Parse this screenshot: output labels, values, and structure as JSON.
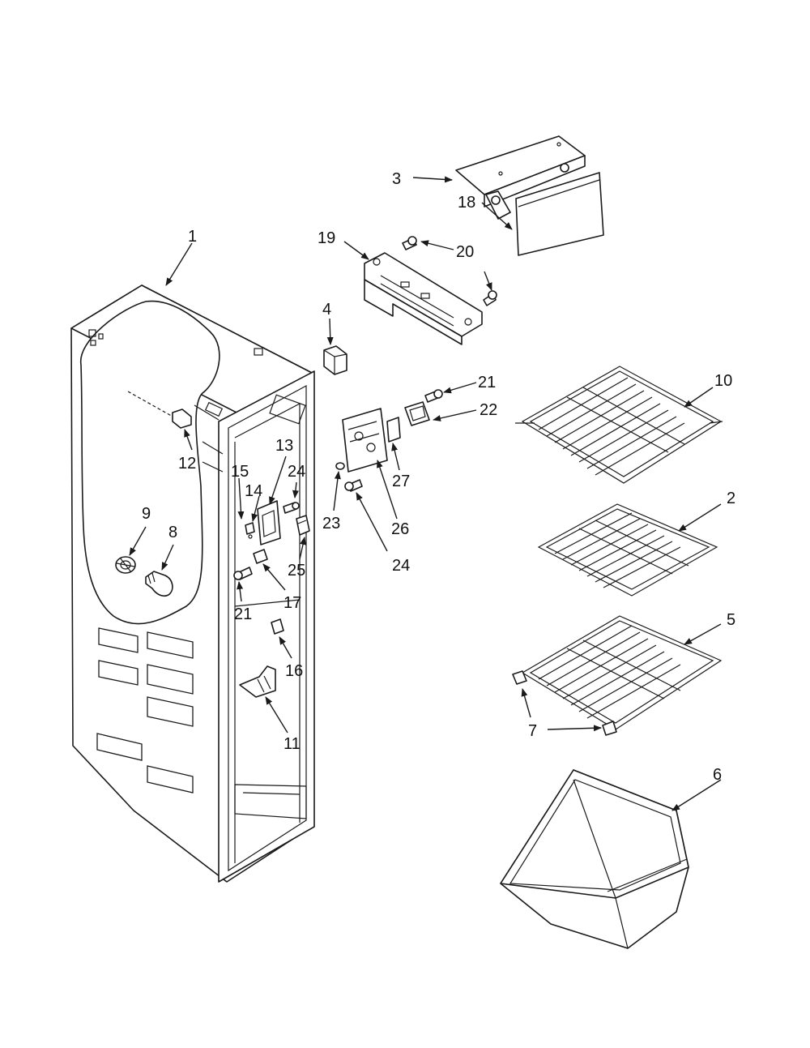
{
  "diagram": {
    "type": "exploded-parts-view",
    "callouts": {
      "c1": "1",
      "c2": "2",
      "c3": "3",
      "c4": "4",
      "c5": "5",
      "c6": "6",
      "c7": "7",
      "c8": "8",
      "c9": "9",
      "c10": "10",
      "c11": "11",
      "c12": "12",
      "c13": "13",
      "c14": "14",
      "c15": "15",
      "c16": "16",
      "c17": "17",
      "c18": "18",
      "c19": "19",
      "c20": "20",
      "c21a": "21",
      "c21b": "21",
      "c22": "22",
      "c23": "23",
      "c24a": "24",
      "c24b": "24",
      "c25": "25",
      "c26": "26",
      "c27": "27"
    }
  }
}
